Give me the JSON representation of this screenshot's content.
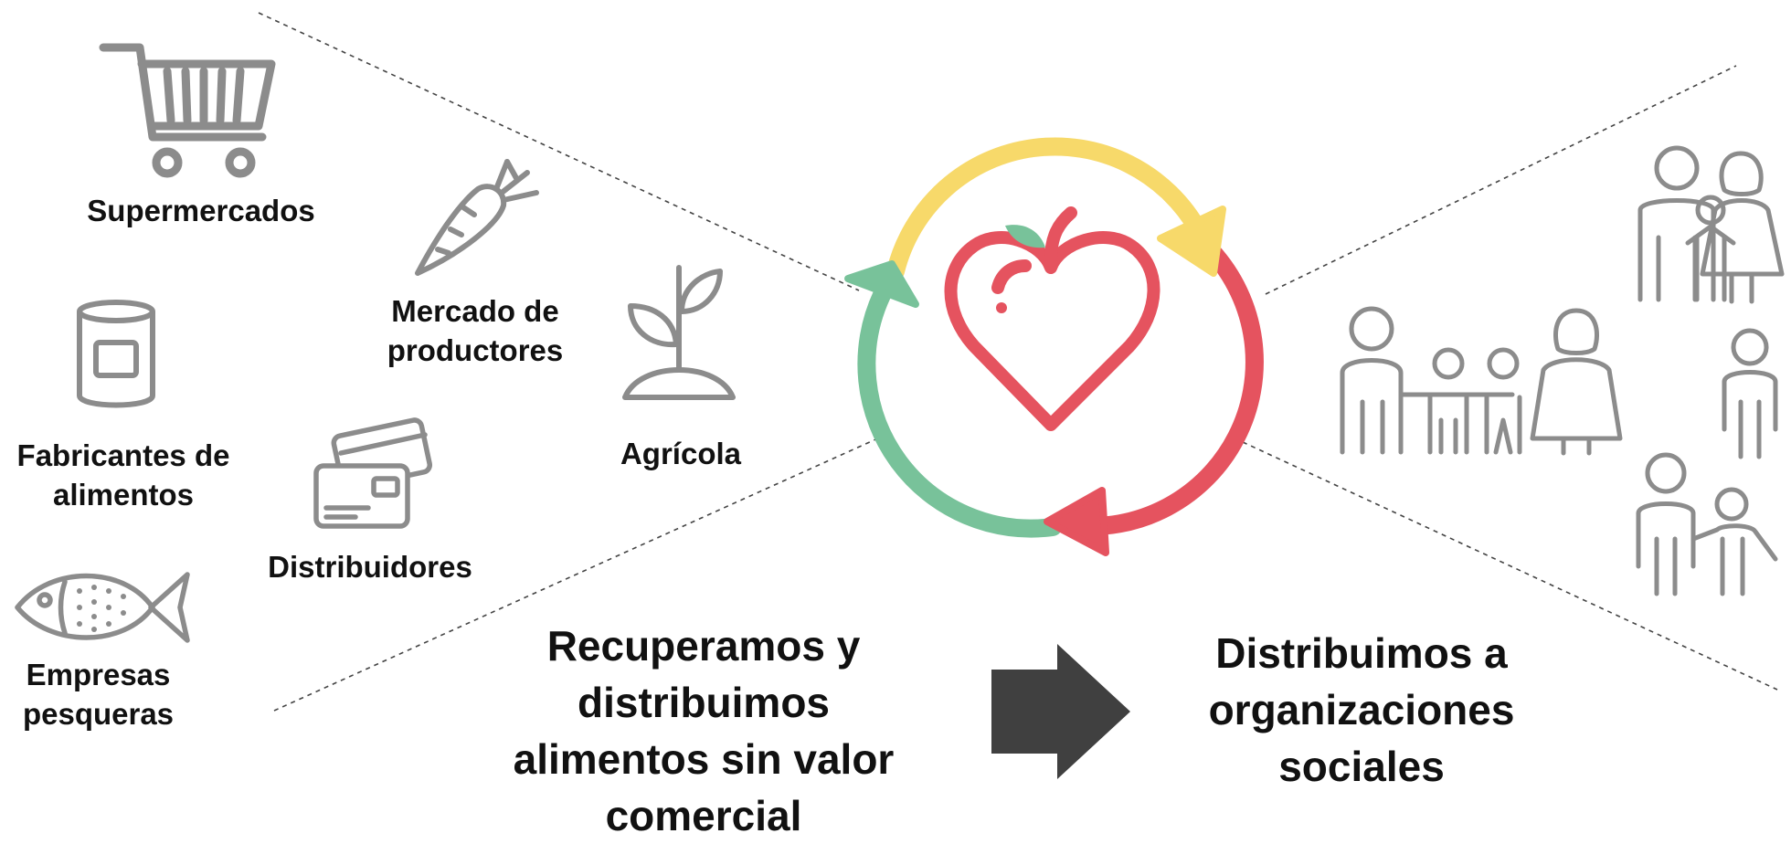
{
  "sources": [
    {
      "id": "supermercados",
      "icon": "shopping-cart-icon",
      "lines": [
        "Supermercados"
      ]
    },
    {
      "id": "mercado-productores",
      "icon": "carrot-icon",
      "lines": [
        "Mercado de",
        "productores"
      ]
    },
    {
      "id": "agricola",
      "icon": "sprout-icon",
      "lines": [
        "Agrícola"
      ]
    },
    {
      "id": "fabricantes",
      "icon": "food-can-icon",
      "lines": [
        "Fabricantes de",
        "alimentos"
      ]
    },
    {
      "id": "distribuidores",
      "icon": "cards-icon",
      "lines": [
        "Distribuidores"
      ]
    },
    {
      "id": "empresas-pesqueras",
      "icon": "fish-icon",
      "lines": [
        "Empresas",
        "pesqueras"
      ]
    }
  ],
  "center": {
    "icon": "recycle-apple-heart-icon",
    "statement": [
      "Recuperamos y",
      "distribuimos",
      "alimentos sin valor",
      "comercial"
    ]
  },
  "arrow_icon": "right-arrow-icon",
  "destination": {
    "icon": "families-icon",
    "statement": [
      "Distribuimos a",
      "organizaciones",
      "sociales"
    ]
  },
  "colors": {
    "text": "#111111",
    "icon_gray": "#8c8c8c",
    "yellow": "#f7d96a",
    "red": "#e5535f",
    "green": "#78c29a",
    "arrow": "#404040",
    "dashed_line": "#444444"
  }
}
